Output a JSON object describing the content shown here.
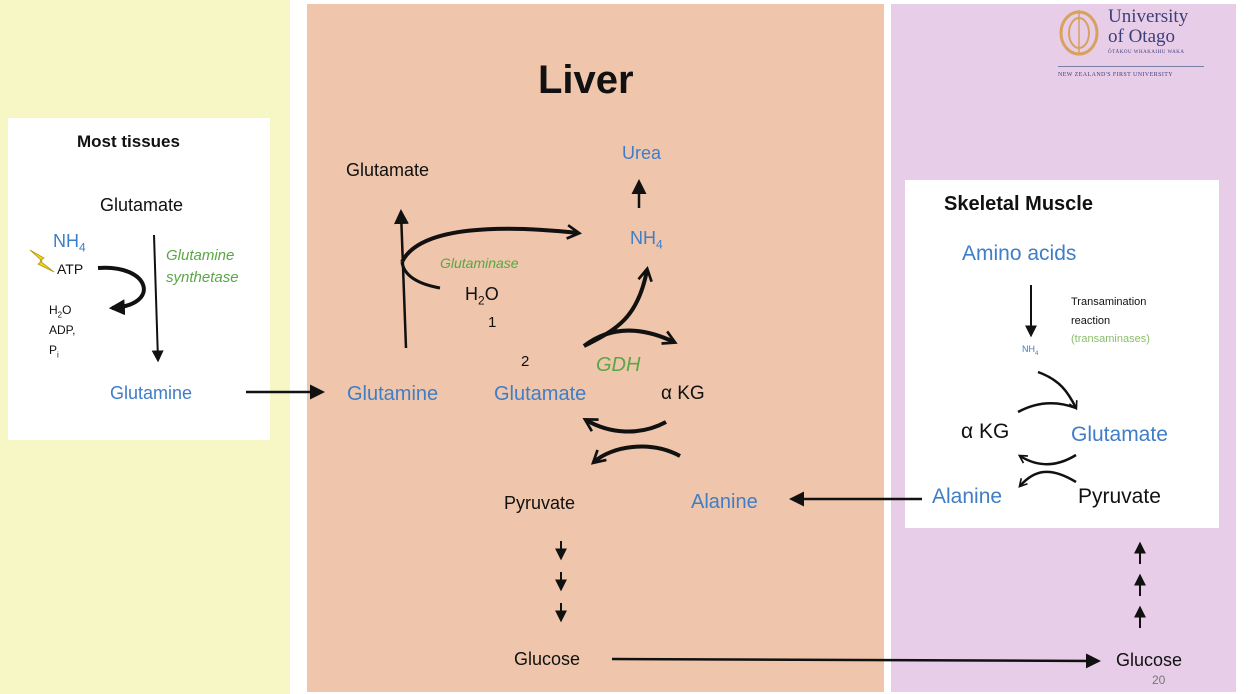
{
  "logo": {
    "line1": "University",
    "line2": "of Otago",
    "line3": "ŌTĀKOU WHAKAIHU WAKA",
    "line4": "NEW ZEALAND'S FIRST UNIVERSITY"
  },
  "tissues": {
    "title": "Most tissues",
    "glutamate": "Glutamate",
    "nh": "NH",
    "sub4": "4",
    "atp": "ATP",
    "h2o_h": "H",
    "h2o_2": "2",
    "h2o_o": "O",
    "adp": "ADP,",
    "pi_p": "P",
    "pi_i": "i",
    "enzyme1": "Glutamine",
    "enzyme2": "synthetase",
    "glutamine": "Glutamine"
  },
  "liver": {
    "title": "Liver",
    "glutamate_top": "Glutamate",
    "urea": "Urea",
    "nh": "NH",
    "sub4": "4",
    "glutaminase": "Glutaminase",
    "h2o_h": "H",
    "h2o_2": "2",
    "h2o_o": "O",
    "step1": "1",
    "step2": "2",
    "gdh": "GDH",
    "glutamine": "Glutamine",
    "glutamate": "Glutamate",
    "akg": "α KG",
    "pyruvate": "Pyruvate",
    "alanine": "Alanine",
    "glucose": "Glucose"
  },
  "muscle": {
    "title": "Skeletal Muscle",
    "amino_acids": "Amino acids",
    "reaction1": "Transamination",
    "reaction2": "reaction",
    "reaction3": "(transaminases)",
    "nh": "NH",
    "sub4": "4",
    "akg": "α KG",
    "glutamate": "Glutamate",
    "alanine": "Alanine",
    "pyruvate": "Pyruvate",
    "glucose": "Glucose"
  },
  "page_number": "20"
}
